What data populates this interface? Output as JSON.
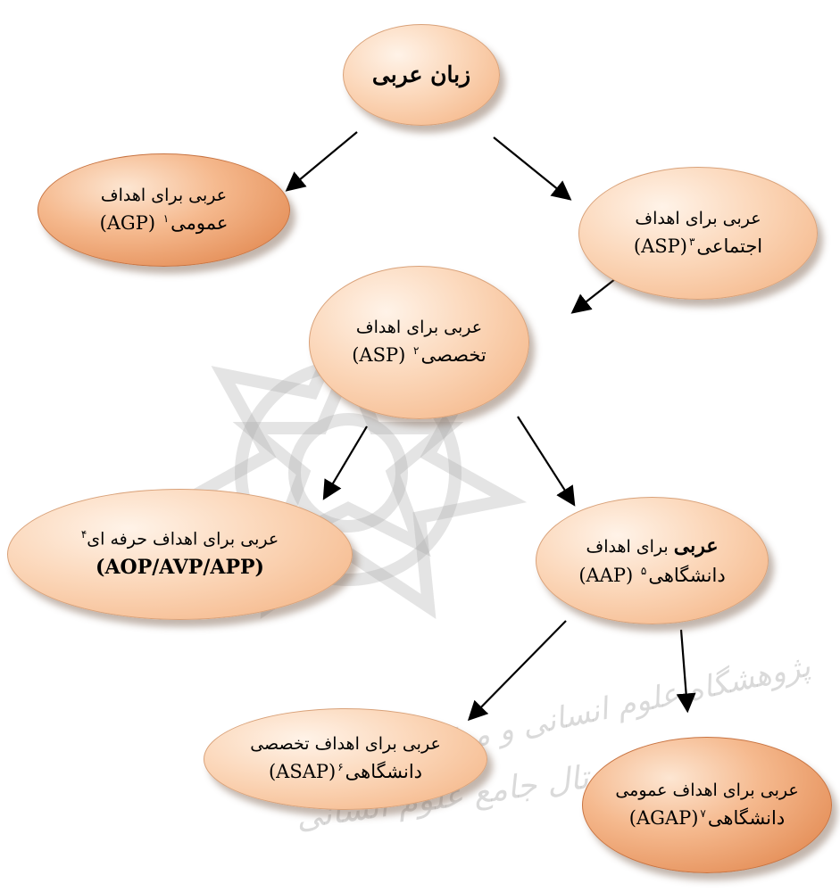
{
  "nodes": {
    "root": {
      "title": "زبان عربی"
    },
    "general": {
      "line1": "عربی برای اهداف",
      "line2_text": "عمومی",
      "sup": "۱",
      "abbr": "(AGP)"
    },
    "social": {
      "line1": "عربی برای اهداف",
      "line2_text": "اجتماعی",
      "sup": "۳",
      "abbr": "(ASP)"
    },
    "specific": {
      "line1": "عربی برای اهداف",
      "line2_text": "تخصصی",
      "sup": "۲",
      "abbr": "(ASP)"
    },
    "occupational": {
      "line1": "عربی برای اهداف حرفه ای",
      "sup": "۴",
      "abbr": "(AOP/AVP/APP)"
    },
    "academic": {
      "line1_bold": "عربی",
      "line1_rest": " برای اهداف",
      "line2_text": "دانشگاهی",
      "sup": "۵",
      "abbr": "(AAP)"
    },
    "specific_academic": {
      "line1": "عربی برای اهداف تخصصی",
      "line2_text": "دانشگاهی",
      "sup": "۶",
      "abbr": "(ASAP)"
    },
    "general_academic": {
      "line1": "عربی برای اهداف عمومی",
      "line2_text": "دانشگاهی",
      "sup": "۷",
      "abbr": "(AGAP)"
    }
  },
  "watermark": {
    "line1": "پژوهشگاه علوم انسانی و مطالعات فرهنگی",
    "line2": "پرتال جامع علوم انسانی"
  },
  "colors": {
    "node_light": "#fbd6b8",
    "node_dark": "#de7e43",
    "arrow": "#000000"
  }
}
